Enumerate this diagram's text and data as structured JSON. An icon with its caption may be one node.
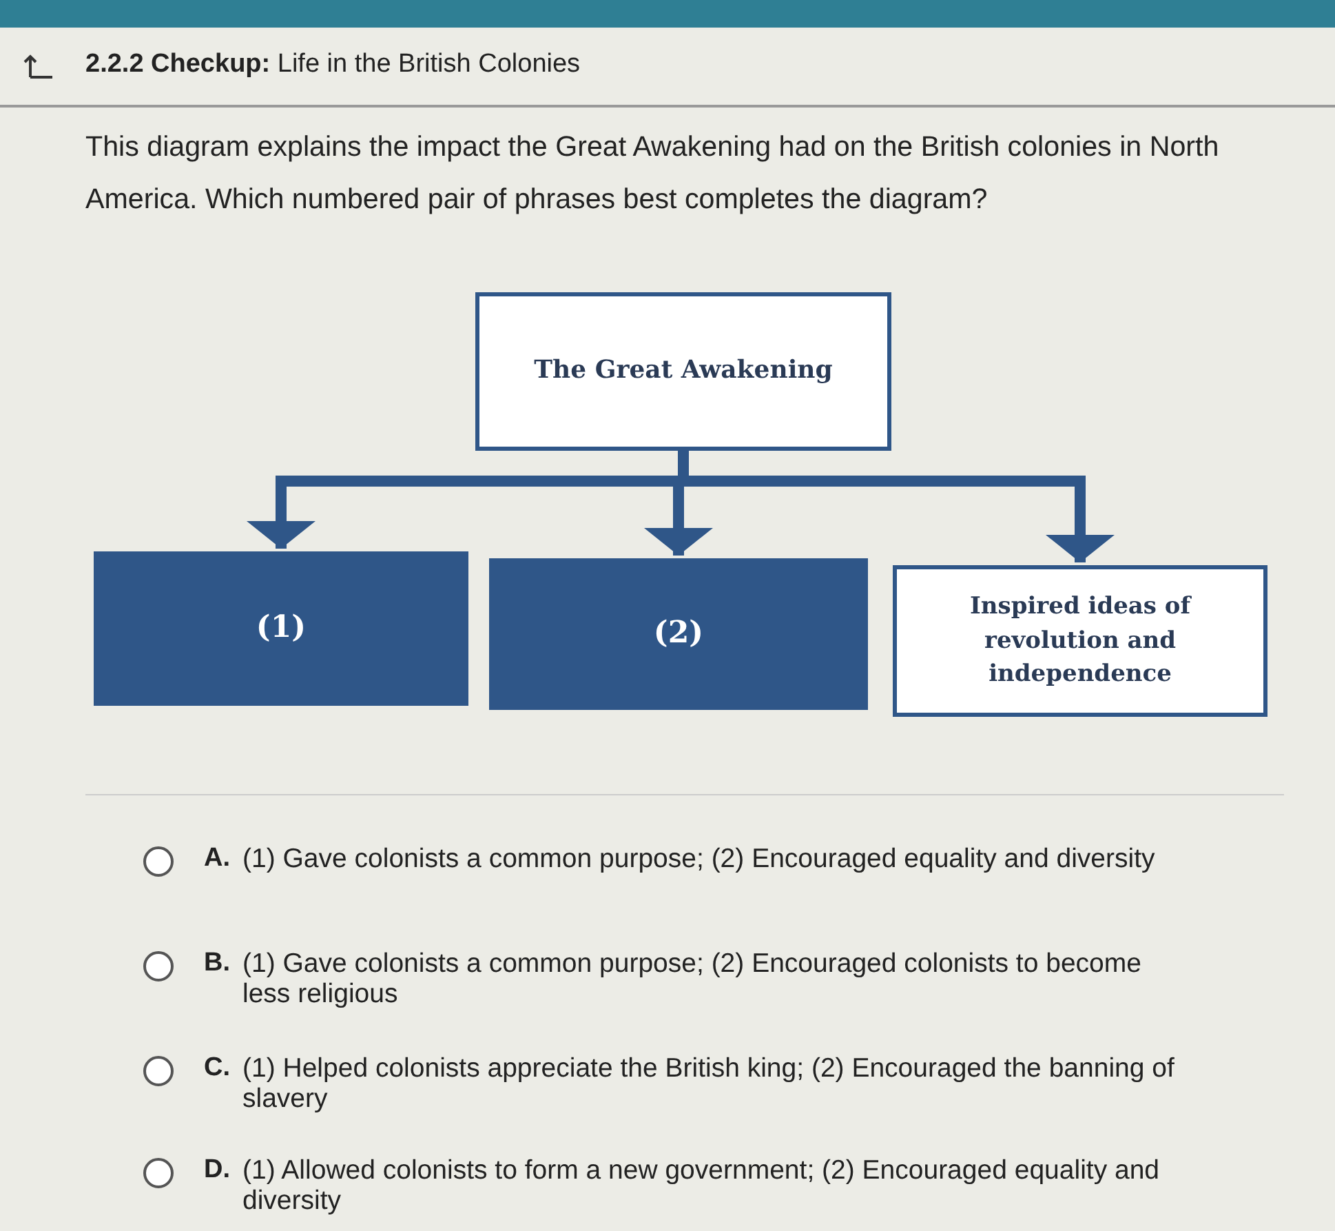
{
  "diagram": {
    "title": "**2.2.2 Checkup:** Life in the British Colonies",
    "nodes": [
      {
        "text": [
          "The Great Awakening"
        ]
      },
      {
        "text": [
          "(1)"
        ]
      },
      {
        "text": [
          "(2)"
        ]
      },
      {
        "text": [
          "Inspired ideas of revolution and independence"
        ]
      }
    ],
    "edges": [
      {
        "from": 0,
        "to": 1,
        "arrow": "to"
      },
      {
        "from": 0,
        "to": 2,
        "arrow": "to"
      },
      {
        "from": 0,
        "to": 3,
        "arrow": "to"
      }
    ],
    "labels": [
      "This diagram explains the impact the Great Awakening had on the British colonies in North America. Which numbered pair of phrases best completes the diagram?",
      "A.",
      "(1) Gave colonists a common purpose; (2) Encouraged equality and diversity",
      "B.",
      "(1) Gave colonists a common purpose; (2) Encouraged colonists to become less religious",
      "C.",
      "(1) Helped colonists appreciate the British king; (2) Encouraged the banning of slavery",
      "D.",
      "(1) Allowed colonists to form a new government; (2) Encouraged equality and diversity"
    ]
  }
}
